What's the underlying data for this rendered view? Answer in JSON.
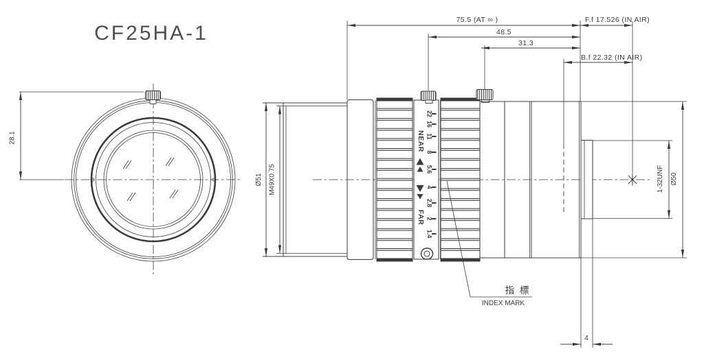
{
  "title": "CF25HA-1",
  "front_view": {
    "top_to_center_height": "28.1"
  },
  "side_view": {
    "dimensions": {
      "overall_length": "75.5 (AT ∞ )",
      "flange_focal_distance": "F.f  17.526 (IN AIR)",
      "aperture_ring_to_flange": "48.5",
      "focus_knob_to_flange": "31.3",
      "back_focal_distance": "B.f  22.32  (IN AIR)",
      "front_diameter": "Ø51",
      "filter_thread": "M49X0.75",
      "mount_thread": "1-32UNF",
      "barrel_diameter": "Ø50",
      "mount_thread_length": "4"
    },
    "aperture_scale": {
      "values": [
        "22",
        "16",
        "11",
        "8",
        "5.6",
        "4",
        "2.8",
        "2",
        "1.4"
      ],
      "near_label": "NEAR",
      "far_label": "FAR"
    },
    "index_mark": {
      "label_jp": "指 標",
      "label_en": "INDEX MARK"
    }
  }
}
